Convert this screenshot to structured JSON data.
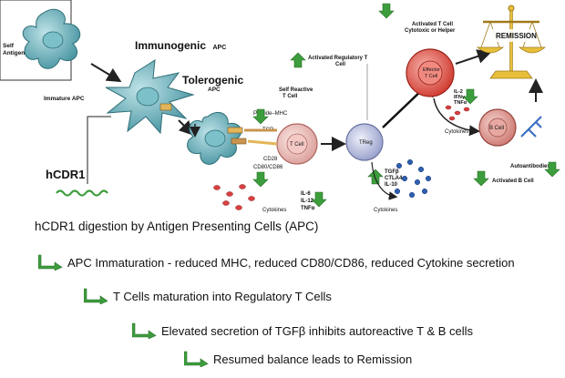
{
  "diagram": {
    "self_antigen": "Self\nAntigen",
    "immature_apc": "Immature APC",
    "immunogenic": "Immunogenic",
    "immunogenic_suffix": "APC",
    "tolerogenic": "Tolerogenic",
    "tolerogenic_suffix": "APC",
    "hcdr1": "hCDR1",
    "self_reactive": "Self Reactive\nT Cell",
    "peptide_mhc": "Peptide–MHC",
    "tcr": "TCR",
    "cd28": "CD28",
    "cd80_86": "CD80/CD86",
    "t_cell": "T Cell",
    "cytokines_left": "Cytokines",
    "il_list_left": "IL-6\nIL-12\nTNFα",
    "activated_regulatory": "Activated Regulatory T\nCell",
    "treg": "TReg",
    "tgf_list": "TGFβ\nCTLA4\nIL-10",
    "cytokines_mid": "Cytokines",
    "activated_t_cell": "Activated T Cell\nCytotoxic or Helper",
    "effector_t_cell": "Effector\nT Cell",
    "il_list_right": "IL-2\nIFNγ\nTNFα",
    "cytokines_right": "Cytokines",
    "b_cell": "B Cell",
    "autoantibodies": "Autoantibodies",
    "activated_b_cell": "Activated B Cell",
    "remission": "REMISSION"
  },
  "caption": "hCDR1 digestion by Antigen Presenting Cells (APC)",
  "steps": [
    "APC Immaturation - reduced MHC, reduced CD80/CD86, reduced Cytokine secretion",
    "T Cells maturation into Regulatory T Cells",
    "Elevated secretion of TGFβ inhibits autoreactive T & B cells",
    "Resumed balance leads to Remission"
  ],
  "colors": {
    "apc": "#5fa9b4",
    "t_cell": "#e8b3b0",
    "treg": "#aeb6d8",
    "effector": "#e24a3f",
    "arrow_green": "#3c9d3c"
  }
}
